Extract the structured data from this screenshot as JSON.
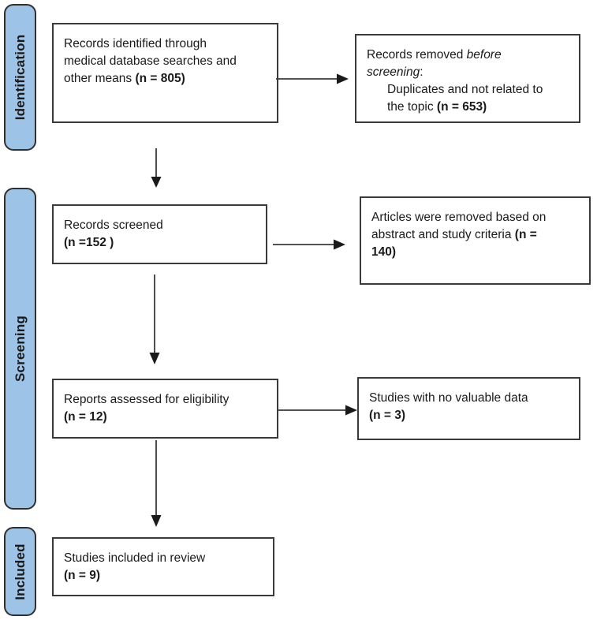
{
  "diagram": {
    "title": "PRISMA flow diagram",
    "accent_color": "#9DC3E6",
    "border_color": "#3a3a3a",
    "text_color": "#1a1a1a",
    "background_color": "#ffffff"
  },
  "stages": [
    {
      "id": "identification",
      "label": "Identification"
    },
    {
      "id": "screening",
      "label": "Screening"
    },
    {
      "id": "included",
      "label": "Included"
    }
  ],
  "boxes": {
    "identified": {
      "line1": "Records identified through",
      "line2": "medical database searches and",
      "line3_text": "other means ",
      "line3_count": "(n = 805)"
    },
    "removed": {
      "line1_text": "Records removed ",
      "line1_italic": "before",
      "line2_italic": "screening",
      "line2_colon": ":",
      "line3": "Duplicates and not related to",
      "line4_text": "the topic ",
      "line4_count": "(n = 653)"
    },
    "screened": {
      "line1": "Records screened",
      "line2_count": "(n =152 )"
    },
    "excluded": {
      "line1": "Articles were removed based on",
      "line2_text": "abstract and study criteria ",
      "line2_count": "(n =",
      "line3_count": "140)"
    },
    "eligible": {
      "line1": "Reports assessed for eligibility",
      "line2_count": "(n = 12)"
    },
    "no_valuable_data": {
      "line1": "Studies with no valuable data",
      "line2_count": "(n = 3)"
    },
    "included": {
      "line1": "Studies included in review",
      "line2_count": "(n = 9)"
    }
  },
  "chart_data": {
    "type": "diagram",
    "title": "PRISMA flow diagram",
    "nodes": [
      {
        "id": "identified",
        "stage": "Identification",
        "label": "Records identified through medical database searches and other means",
        "n": 805
      },
      {
        "id": "removed",
        "stage": "Identification",
        "label": "Records removed before screening: Duplicates and not related to the topic",
        "n": 653
      },
      {
        "id": "screened",
        "stage": "Screening",
        "label": "Records screened",
        "n": 152
      },
      {
        "id": "excluded",
        "stage": "Screening",
        "label": "Articles were removed based on abstract and study criteria",
        "n": 140
      },
      {
        "id": "eligible",
        "stage": "Screening",
        "label": "Reports assessed for eligibility",
        "n": 12
      },
      {
        "id": "no_valuable_data",
        "stage": "Screening",
        "label": "Studies with no valuable data",
        "n": 3
      },
      {
        "id": "included",
        "stage": "Included",
        "label": "Studies included in review",
        "n": 9
      }
    ],
    "edges": [
      {
        "from": "identified",
        "to": "removed",
        "direction": "right"
      },
      {
        "from": "identified",
        "to": "screened",
        "direction": "down"
      },
      {
        "from": "screened",
        "to": "excluded",
        "direction": "right"
      },
      {
        "from": "screened",
        "to": "eligible",
        "direction": "down"
      },
      {
        "from": "eligible",
        "to": "no_valuable_data",
        "direction": "right"
      },
      {
        "from": "eligible",
        "to": "included",
        "direction": "down"
      }
    ]
  }
}
